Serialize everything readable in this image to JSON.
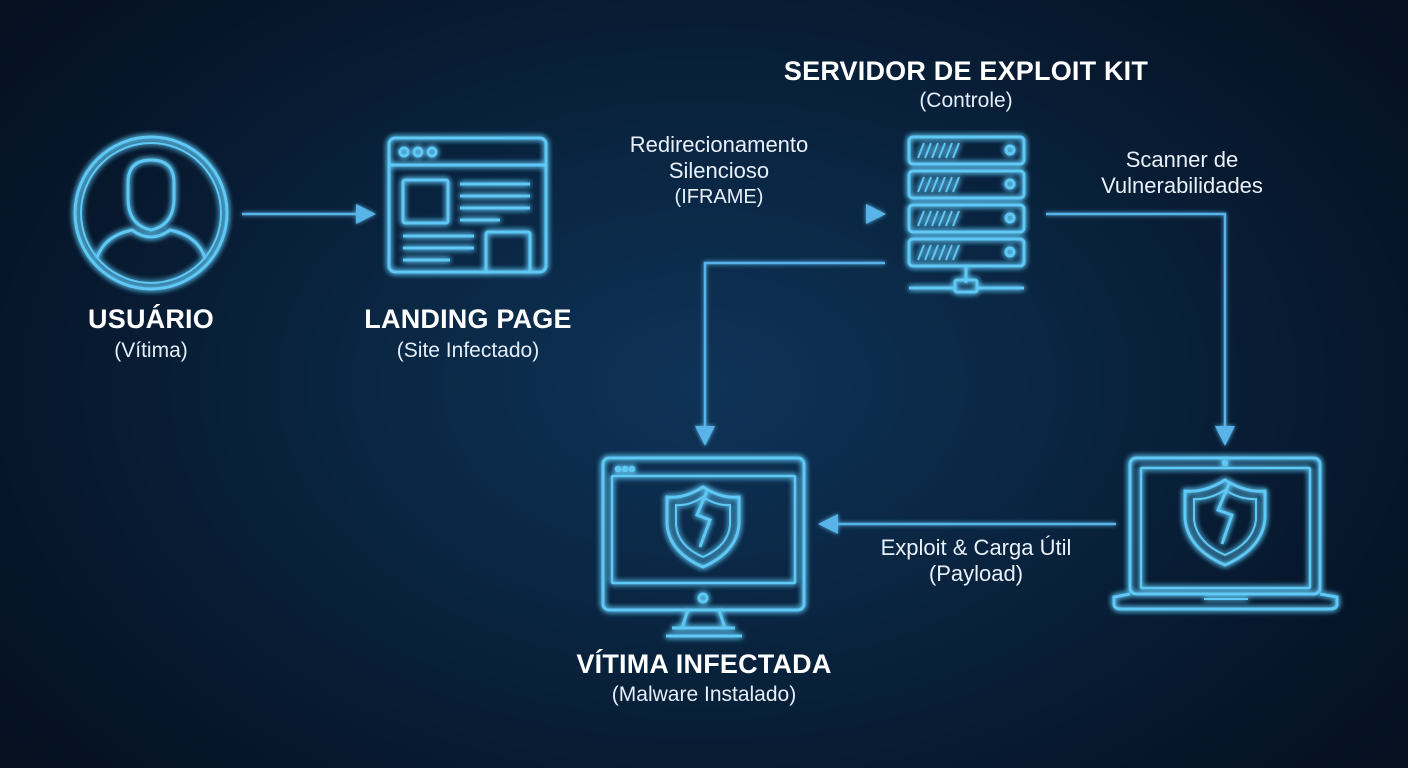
{
  "colors": {
    "background": "#0a2744",
    "glow": "#5ec8f5",
    "line": "#58b4e8",
    "text": "#ffffff"
  },
  "nodes": {
    "usuario": {
      "title": "USUÁRIO",
      "subtitle": "(Vítima)",
      "icon": "user-icon"
    },
    "landing": {
      "title": "LANDING PAGE",
      "subtitle": "(Site Infectado)",
      "icon": "browser-window-icon"
    },
    "servidor": {
      "title": "SERVIDOR DE EXPLOIT KIT",
      "subtitle": "(Controle)",
      "icon": "server-rack-icon"
    },
    "vitima": {
      "title": "VÍTIMA INFECTADA",
      "subtitle": "(Malware Instalado)",
      "icon": "desktop-monitor-broken-shield-icon"
    },
    "laptop": {
      "icon": "laptop-broken-shield-icon"
    }
  },
  "edges": {
    "redirect": {
      "line1": "Redirecionamento",
      "line2": "Silencioso",
      "line3": "(IFRAME)"
    },
    "scanner": {
      "line1": "Scanner de",
      "line2": "Vulnerabilidades"
    },
    "exploit": {
      "line1": "Exploit & Carga Útil",
      "line2": "(Payload)"
    }
  }
}
